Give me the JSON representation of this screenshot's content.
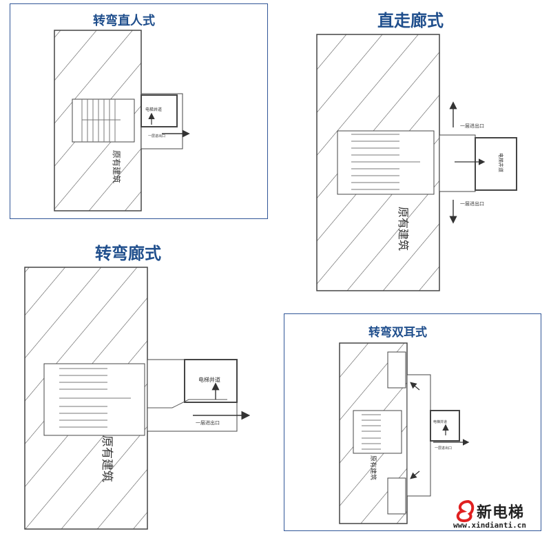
{
  "panels": [
    {
      "id": "tl",
      "title": "转弯直人式",
      "shaft": "电梯井道",
      "exit": "一层进出口",
      "building": "原有建筑"
    },
    {
      "id": "tr",
      "title": "直走廊式",
      "shaft": "电梯井道",
      "exit_top": "一层进出口",
      "exit_bottom": "一层进出口",
      "building": "原有建筑"
    },
    {
      "id": "bl",
      "title": "转弯廊式",
      "shaft": "电梯井道",
      "exit": "一层进出口",
      "building": "原有建筑"
    },
    {
      "id": "br",
      "title": "转弯双耳式",
      "shaft": "电梯井道",
      "exit": "一层进出口",
      "building": "原有建筑"
    }
  ],
  "watermark": {
    "brand": "新电梯",
    "url": "www.xindianti.cn"
  },
  "colors": {
    "title": "#1f4e8c",
    "frame": "#2f5597",
    "line": "#444444",
    "logo_red": "#e02020"
  }
}
